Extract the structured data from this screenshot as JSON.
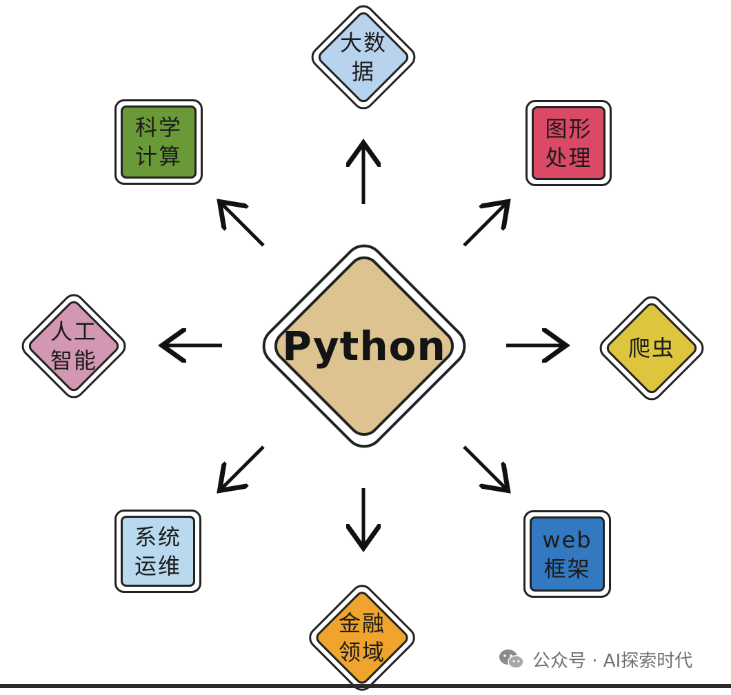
{
  "diagram": {
    "center": {
      "label": "Python",
      "color": "#dcc38f"
    },
    "nodes": [
      {
        "id": "big-data",
        "label": "大数\n据",
        "shape": "diamond",
        "color": "#b8d3ee"
      },
      {
        "id": "graphics",
        "label": "图形\n处理",
        "shape": "square",
        "color": "#dc4966"
      },
      {
        "id": "crawler",
        "label": "爬虫",
        "shape": "diamond",
        "color": "#ddc53e"
      },
      {
        "id": "web-framework",
        "label": "web\n框架",
        "shape": "square",
        "color": "#3379c2"
      },
      {
        "id": "finance",
        "label": "金融\n领域",
        "shape": "diamond",
        "color": "#f0a42d"
      },
      {
        "id": "sysops",
        "label": "系统\n运维",
        "shape": "square",
        "color": "#b8d9ee"
      },
      {
        "id": "ai",
        "label": "人工\n智能",
        "shape": "diamond",
        "color": "#d497b3"
      },
      {
        "id": "sci-compute",
        "label": "科学\n计算",
        "shape": "square",
        "color": "#6a9a38"
      }
    ]
  },
  "watermark": {
    "text": "公众号 · AI探索时代",
    "icon": "wechat-icon"
  }
}
